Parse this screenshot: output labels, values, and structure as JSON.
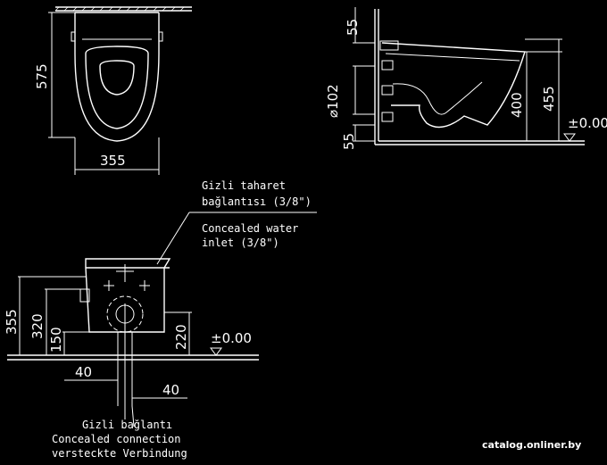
{
  "dimensions": {
    "top_height": "575",
    "top_width": "355",
    "side_55_top": "55",
    "side_102": "⌀102",
    "side_55_bottom": "55",
    "side_400": "400",
    "side_455": "455",
    "side_zero": "±0.00",
    "front_355": "355",
    "front_320": "320",
    "front_150": "150",
    "front_220": "220",
    "front_zero": "±0.00",
    "front_40_left": "40",
    "front_40_right": "40"
  },
  "notes": {
    "bidet_tr": "Gizli taharet",
    "bidet_tr2": "bağlantısı (3/8\")",
    "inlet_en": "Concealed water",
    "inlet_en2": "inlet (3/8\")",
    "conn_tr": "Gizli bağlantı",
    "conn_en": "Concealed connection",
    "conn_de": "versteckte Verbindung"
  },
  "watermark": "catalog.onliner.by"
}
